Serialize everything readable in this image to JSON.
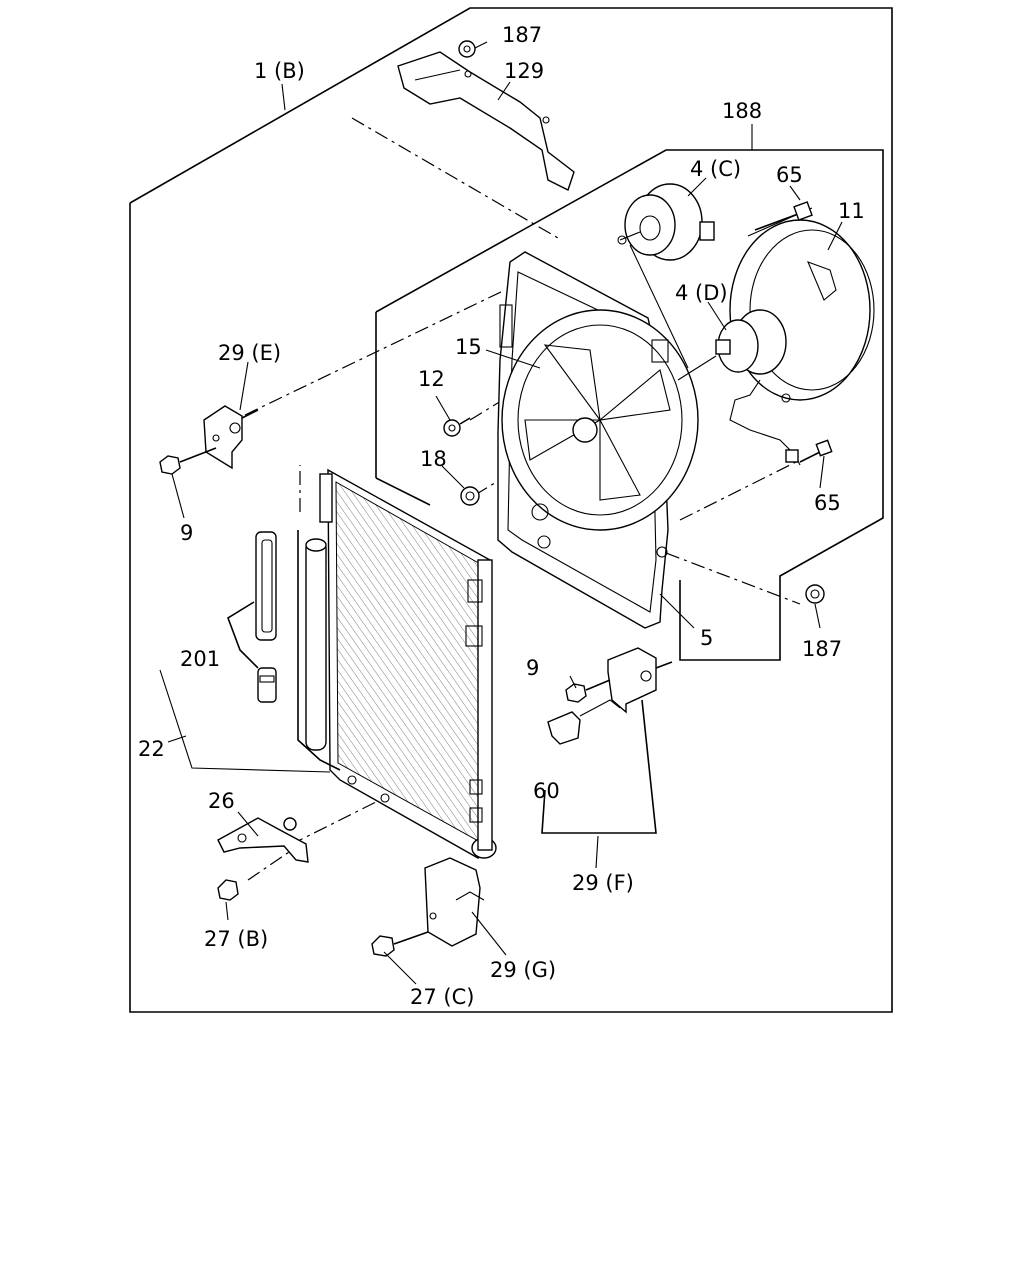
{
  "callouts": {
    "c187_top": "187",
    "c1b": "1 (B)",
    "c129": "129",
    "c188": "188",
    "c4c": "4 (C)",
    "c65_top": "65",
    "c11": "11",
    "c4d": "4 (D)",
    "c15": "15",
    "c29e": "29 (E)",
    "c12": "12",
    "c18": "18",
    "c65_mid": "65",
    "c9_left": "9",
    "c5": "5",
    "c187_mid": "187",
    "c201": "201",
    "c9_right": "9",
    "c22": "22",
    "c60": "60",
    "c26": "26",
    "c29f": "29 (F)",
    "c27b": "27 (B)",
    "c29g": "29 (G)",
    "c27c": "27 (C)"
  }
}
